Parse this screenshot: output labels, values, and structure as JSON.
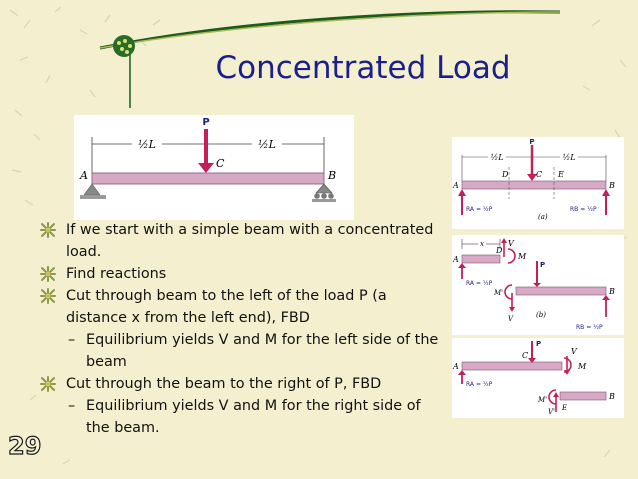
{
  "slide": {
    "title": "Concentrated Load",
    "number": "29",
    "colors": {
      "title": "#1a1f8a",
      "background": "#f4f0cf",
      "beam": "#d8a9c7",
      "load_arrow": "#c41f58"
    }
  },
  "bullets": [
    {
      "level": 1,
      "text": "If we start with a simple beam with a concentrated load."
    },
    {
      "level": 1,
      "text": "Find reactions"
    },
    {
      "level": 1,
      "text": "Cut through beam to the left of the load P (a distance x from the left end), FBD"
    },
    {
      "level": 2,
      "text": "Equilibrium yields V and M for the left side of the beam"
    },
    {
      "level": 1,
      "text": "Cut through the beam to the right of P, FBD"
    },
    {
      "level": 2,
      "text": "Equilibrium yields V and M for the right side of the beam."
    }
  ],
  "main_figure": {
    "load": "P",
    "left_end": "A",
    "right_end": "B",
    "center": "C",
    "half_span": "½L",
    "half_span_right": "½L"
  },
  "side_figures": {
    "a": {
      "points": [
        "A",
        "D",
        "C",
        "E",
        "B"
      ],
      "load": "P",
      "span_left": "½L",
      "span_right": "½L",
      "reaction_left": "RA = ½P",
      "reaction_right": "RB = ½P",
      "caption": "(a)"
    },
    "b": {
      "points": [
        "A",
        "D",
        "B"
      ],
      "dist": "x",
      "shear": "V",
      "moment": "M",
      "shear2": "V",
      "moment2": "M'",
      "load": "P",
      "reaction_left": "RA = ½P",
      "reaction_right": "RB = ½P",
      "caption": "(b)"
    },
    "c": {
      "points": [
        "A",
        "C",
        "E",
        "B"
      ],
      "load": "P",
      "shear": "V",
      "moment": "M",
      "shear2": "V'",
      "moment2": "M'",
      "reaction_left": "RA = ½P"
    }
  }
}
